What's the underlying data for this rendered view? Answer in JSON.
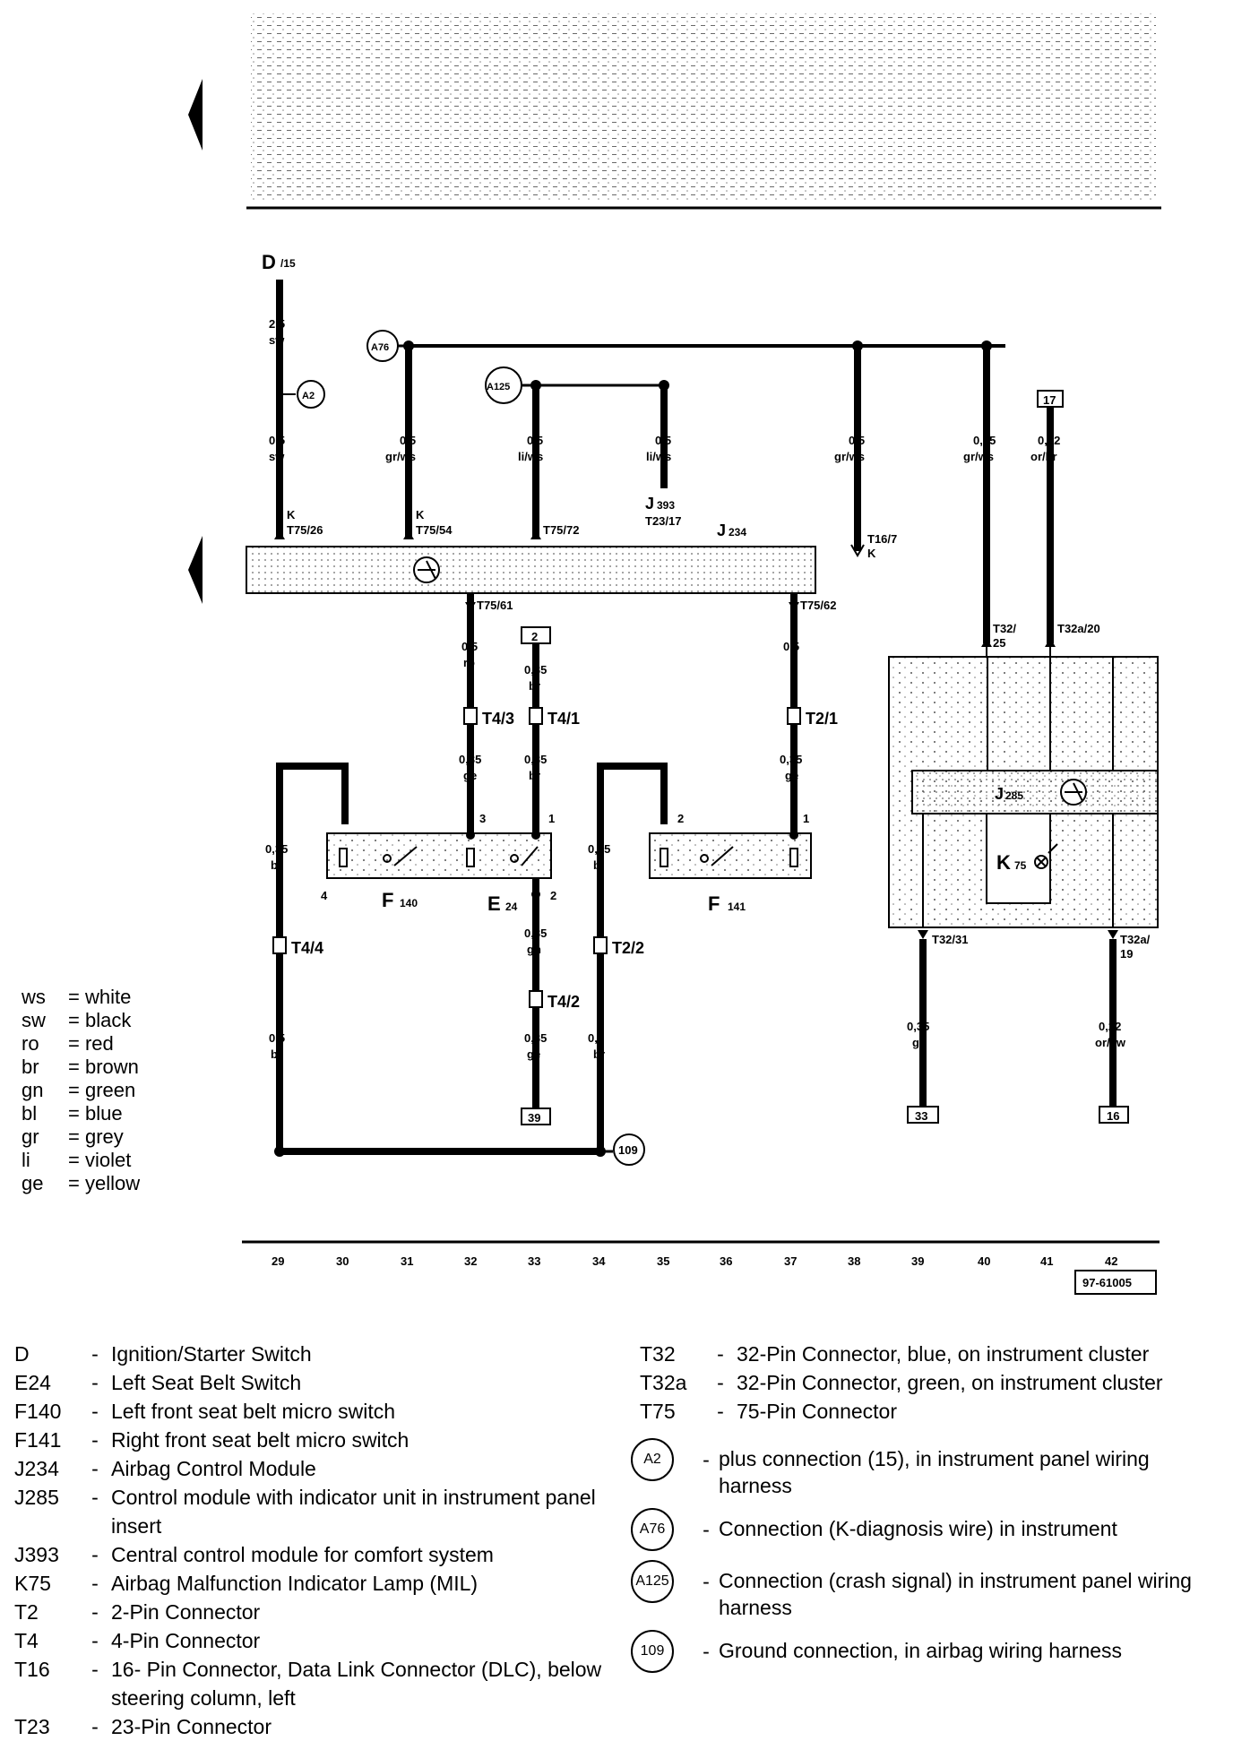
{
  "diagram": {
    "fuse": "D",
    "fuse_sub": "/15",
    "components": {
      "j234": {
        "name": "J",
        "sub": "234"
      },
      "j285": {
        "name": "J",
        "sub": "285"
      },
      "k75": {
        "name": "K",
        "sub": "75"
      },
      "j393": {
        "name": "J",
        "sub": "393",
        "connector": "T23/17"
      },
      "f140": {
        "name": "F",
        "sub": "140"
      },
      "f141": {
        "name": "F",
        "sub": "141"
      },
      "e24": {
        "name": "E",
        "sub": "24"
      }
    },
    "connections": {
      "a2": "A2",
      "a76": "A76",
      "a125": "A125",
      "g109": "109"
    },
    "wires": {
      "w29_top": {
        "size": "2,5",
        "color": "sw"
      },
      "w29_mid": {
        "size": "0,5",
        "color": "sw"
      },
      "w31": {
        "size": "0,5",
        "color": "gr/ws"
      },
      "w33_top": {
        "size": "0,5",
        "color": "li/ws"
      },
      "w35_top": {
        "size": "0,5",
        "color": "li/ws"
      },
      "w38": {
        "size": "0,5",
        "color": "gr/ws"
      },
      "w40": {
        "size": "0,35",
        "color": "gr/ws"
      },
      "w41": {
        "size": "0,22",
        "color": "or/br"
      },
      "w32_a": {
        "size": "0,5",
        "color": "ro"
      },
      "w32_b": {
        "size": "0,35",
        "color": "ge"
      },
      "w33_a": {
        "size": "0,35",
        "color": "br"
      },
      "w33_b": {
        "size": "0,35",
        "color": "br"
      },
      "w33_c": {
        "size": "0,35",
        "color": "gn"
      },
      "w33_d": {
        "size": "0,35",
        "color": "ge"
      },
      "w37_a": {
        "size": "0,5",
        "color": "li"
      },
      "w37_b": {
        "size": "0,35",
        "color": "ge"
      },
      "w29_bl": {
        "size": "0,35",
        "color": "bl"
      },
      "w29_br": {
        "size": "0,5",
        "color": "br"
      },
      "w34_bl": {
        "size": "0,35",
        "color": "bl"
      },
      "w34_br": {
        "size": "0,5",
        "color": "br"
      },
      "w39_out": {
        "size": "0,35",
        "color": "ge"
      },
      "w42_out": {
        "size": "0,22",
        "color": "or/sw"
      }
    },
    "pins": {
      "t75_26": "T75/26",
      "t75_54": "T75/54",
      "t75_72": "T75/72",
      "t75_61": "T75/61",
      "t75_62": "T75/62",
      "t16_7": "T16/7",
      "k": "K",
      "t32_25_a": "T32/",
      "t32_25_b": "25",
      "t32a_20": "T32a/20",
      "t32_31": "T32/31",
      "t32a_19_a": "T32a/",
      "t32a_19_b": "19",
      "t4_3": "T4/3",
      "t4_1": "T4/1",
      "t2_1": "T2/1",
      "t4_4": "T4/4",
      "t2_2": "T2/2",
      "t4_2": "T4/2",
      "pin_1a": "1",
      "pin_1b": "1",
      "pin_2a": "2",
      "pin_2b": "2",
      "pin_3": "3",
      "pin_4": "4"
    },
    "refs": {
      "r2": "2",
      "r17": "17",
      "r39": "39",
      "r33": "33",
      "r16": "16"
    },
    "grid": [
      "29",
      "30",
      "31",
      "32",
      "33",
      "34",
      "35",
      "36",
      "37",
      "38",
      "39",
      "40",
      "41",
      "42"
    ],
    "diagram_code": "97-61005"
  },
  "colour_key": [
    {
      "code": "ws",
      "name": "= white"
    },
    {
      "code": "sw",
      "name": "= black"
    },
    {
      "code": "ro",
      "name": "= red"
    },
    {
      "code": "br",
      "name": "= brown"
    },
    {
      "code": "gn",
      "name": "= green"
    },
    {
      "code": "bl",
      "name": "= blue"
    },
    {
      "code": "gr",
      "name": "= grey"
    },
    {
      "code": "li",
      "name": "= violet"
    },
    {
      "code": "ge",
      "name": "= yellow"
    }
  ],
  "legend_left": [
    {
      "code": "D",
      "desc": "Ignition/Starter Switch"
    },
    {
      "code": "E24",
      "desc": "Left Seat Belt Switch"
    },
    {
      "code": "F140",
      "desc": "Left front seat belt micro switch"
    },
    {
      "code": "F141",
      "desc": "Right front seat belt micro switch"
    },
    {
      "code": "J234",
      "desc": "Airbag Control Module"
    },
    {
      "code": "J285",
      "desc": "Control module with indicator unit in instrument panel insert"
    },
    {
      "code": "J393",
      "desc": "Central control module for comfort system"
    },
    {
      "code": "K75",
      "desc": "Airbag Malfunction Indicator Lamp (MIL)"
    },
    {
      "code": "T2",
      "desc": "2-Pin Connector"
    },
    {
      "code": "T4",
      "desc": "4-Pin Connector"
    },
    {
      "code": "T16",
      "desc": "16- Pin Connector, Data Link Connector (DLC), below steering column, left"
    },
    {
      "code": "T23",
      "desc": "23-Pin Connector"
    }
  ],
  "legend_right": [
    {
      "code": "T32",
      "desc": "32-Pin Connector, blue, on instrument cluster"
    },
    {
      "code": "T32a",
      "desc": "32-Pin Connector, green, on instrument cluster"
    },
    {
      "code": "T75",
      "desc": "75-Pin Connector"
    }
  ],
  "legend_connections": [
    {
      "badge": "A2",
      "desc": "plus connection (15), in instrument panel wiring harness"
    },
    {
      "badge": "A76",
      "desc": "Connection (K-diagnosis wire) in instrument"
    },
    {
      "badge": "A125",
      "desc": "Connection (crash signal) in instrument panel wiring harness"
    },
    {
      "badge": "109",
      "desc": "Ground connection, in airbag wiring harness"
    }
  ],
  "legend_dash": "-"
}
